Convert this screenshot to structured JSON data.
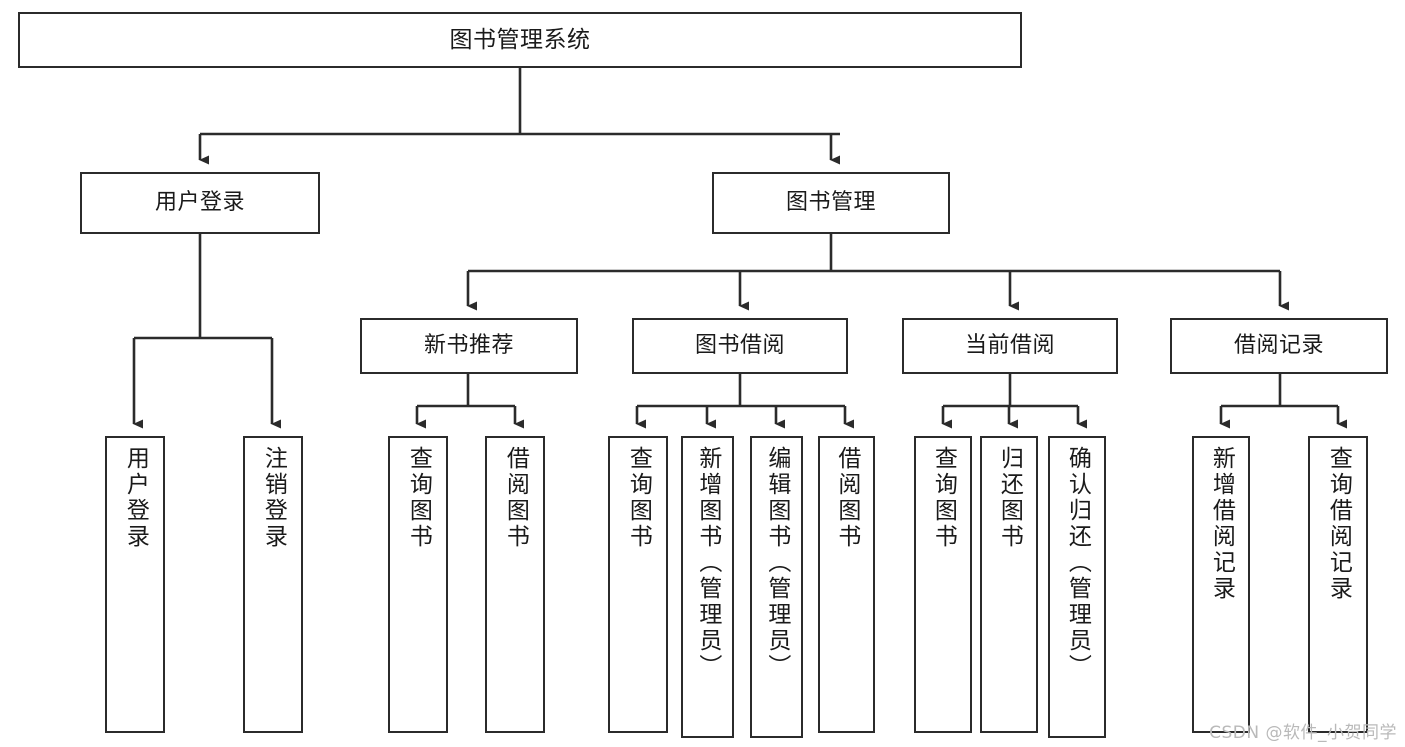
{
  "diagram": {
    "type": "tree-hierarchy-chart",
    "title": "图书管理系统",
    "watermark": "CSDN @软件_小贺同学",
    "stroke_color": "#2b2b2b",
    "background_color": "#ffffff",
    "text_color": "#1a1a1a",
    "levels": [
      {
        "level": 0,
        "nodes": [
          {
            "id": "root",
            "label": "图书管理系统",
            "orientation": "horizontal"
          }
        ]
      },
      {
        "level": 1,
        "nodes": [
          {
            "id": "user-login",
            "label": "用户登录",
            "orientation": "horizontal",
            "parent": "root"
          },
          {
            "id": "book-management",
            "label": "图书管理",
            "orientation": "horizontal",
            "parent": "root"
          }
        ]
      },
      {
        "level": 2,
        "nodes": [
          {
            "id": "new-book-recommend",
            "label": "新书推荐",
            "orientation": "horizontal",
            "parent": "book-management"
          },
          {
            "id": "book-borrow",
            "label": "图书借阅",
            "orientation": "horizontal",
            "parent": "book-management"
          },
          {
            "id": "current-borrow",
            "label": "当前借阅",
            "orientation": "horizontal",
            "parent": "book-management"
          },
          {
            "id": "borrow-record",
            "label": "借阅记录",
            "orientation": "horizontal",
            "parent": "book-management"
          }
        ]
      },
      {
        "level": 3,
        "nodes": [
          {
            "id": "leaf-user-login",
            "label": "用户登录",
            "orientation": "vertical",
            "parent": "user-login"
          },
          {
            "id": "leaf-logout-login",
            "label": "注销登录",
            "orientation": "vertical",
            "parent": "user-login"
          },
          {
            "id": "leaf-query-book-1",
            "label": "查询图书",
            "orientation": "vertical",
            "parent": "new-book-recommend"
          },
          {
            "id": "leaf-borrow-book-1",
            "label": "借阅图书",
            "orientation": "vertical",
            "parent": "new-book-recommend"
          },
          {
            "id": "leaf-query-book-2",
            "label": "查询图书",
            "orientation": "vertical",
            "parent": "book-borrow"
          },
          {
            "id": "leaf-add-book-admin",
            "label": "新增图书（管理员）",
            "orientation": "vertical",
            "parent": "book-borrow"
          },
          {
            "id": "leaf-edit-book-admin",
            "label": "编辑图书（管理员）",
            "orientation": "vertical",
            "parent": "book-borrow"
          },
          {
            "id": "leaf-borrow-book-2",
            "label": "借阅图书",
            "orientation": "vertical",
            "parent": "book-borrow"
          },
          {
            "id": "leaf-query-book-3",
            "label": "查询图书",
            "orientation": "vertical",
            "parent": "current-borrow"
          },
          {
            "id": "leaf-return-book",
            "label": "归还图书",
            "orientation": "vertical",
            "parent": "current-borrow"
          },
          {
            "id": "leaf-confirm-return-admin",
            "label": "确认归还（管理员）",
            "orientation": "vertical",
            "parent": "current-borrow"
          },
          {
            "id": "leaf-add-borrow-record",
            "label": "新增借阅记录",
            "orientation": "vertical",
            "parent": "borrow-record"
          },
          {
            "id": "leaf-query-borrow-record",
            "label": "查询借阅记录",
            "orientation": "vertical",
            "parent": "borrow-record"
          }
        ]
      }
    ]
  }
}
